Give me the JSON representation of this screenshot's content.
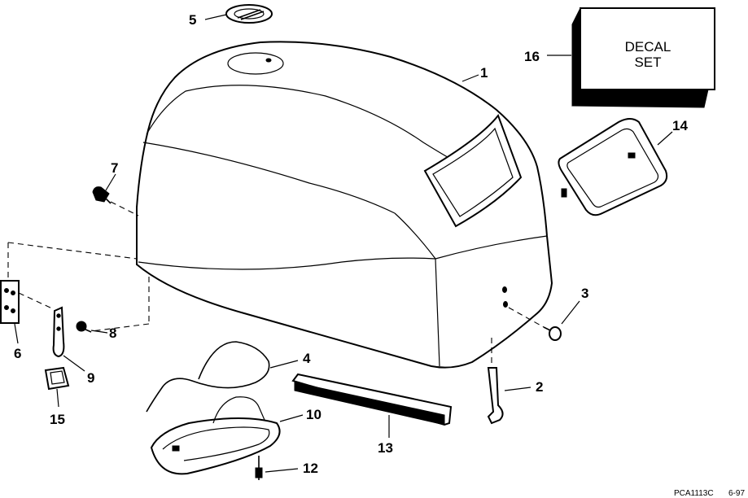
{
  "callouts": {
    "c1": "1",
    "c2": "2",
    "c3": "3",
    "c4": "4",
    "c5": "5",
    "c6": "6",
    "c7": "7",
    "c8": "8",
    "c9": "9",
    "c10": "10",
    "c12": "12",
    "c13": "13",
    "c14": "14",
    "c15": "15",
    "c16": "16"
  },
  "decal_box": {
    "line1": "DECAL",
    "line2": "SET"
  },
  "footer": {
    "code": "PCA1113C",
    "date": "6-97"
  }
}
